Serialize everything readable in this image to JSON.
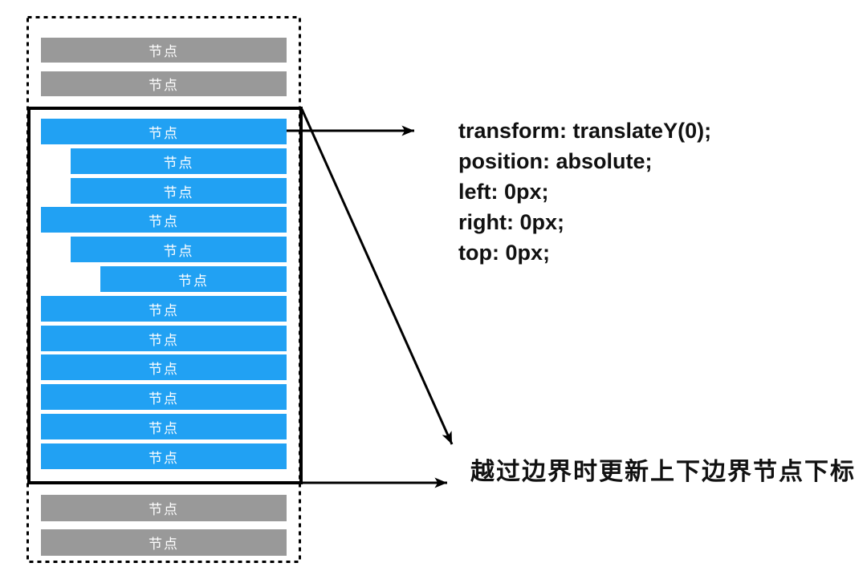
{
  "diagram": {
    "description_labels": {
      "node": "节点"
    },
    "nodes": {
      "buffer_top": [
        {
          "label": "节点"
        },
        {
          "label": "节点"
        }
      ],
      "visible": [
        {
          "label": "节点",
          "indent": 0
        },
        {
          "label": "节点",
          "indent": 1
        },
        {
          "label": "节点",
          "indent": 1
        },
        {
          "label": "节点",
          "indent": 0
        },
        {
          "label": "节点",
          "indent": 1
        },
        {
          "label": "节点",
          "indent": 2
        },
        {
          "label": "节点",
          "indent": 0
        },
        {
          "label": "节点",
          "indent": 0
        },
        {
          "label": "节点",
          "indent": 0
        },
        {
          "label": "节点",
          "indent": 0
        },
        {
          "label": "节点",
          "indent": 0
        },
        {
          "label": "节点",
          "indent": 0
        }
      ],
      "buffer_bottom": [
        {
          "label": "节点"
        },
        {
          "label": "节点"
        }
      ]
    },
    "annotations": {
      "css_lines": [
        "transform: translateY(0);",
        "position: absolute;",
        "left: 0px;",
        "right: 0px;",
        "top: 0px;"
      ],
      "boundary_note": "越过边界时更新上下边界节点下标"
    },
    "colors": {
      "visible_node": "#21a1f3",
      "buffer_node": "#999999",
      "line": "#000000",
      "node_text": "#ffffff",
      "annotation_text": "#111111",
      "background": "#ffffff"
    }
  }
}
